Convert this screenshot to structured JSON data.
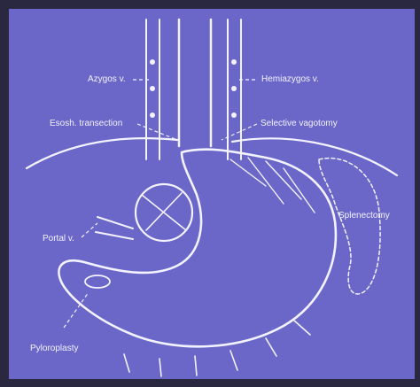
{
  "colors": {
    "slide_bg": "#6a67c9",
    "frame_dark": "#2a2740",
    "line": "#f4f2ff"
  },
  "labels": {
    "azygos": "Azygos v.",
    "hemiazygos": "Hemiazygos v.",
    "esoph_transection": "Esosh. transection",
    "selective_vagotomy": "Selective vagotomy",
    "splenectomy": "Splenectomy",
    "portal": "Portal v.",
    "pyloroplasty": "Pyloroplasty"
  }
}
